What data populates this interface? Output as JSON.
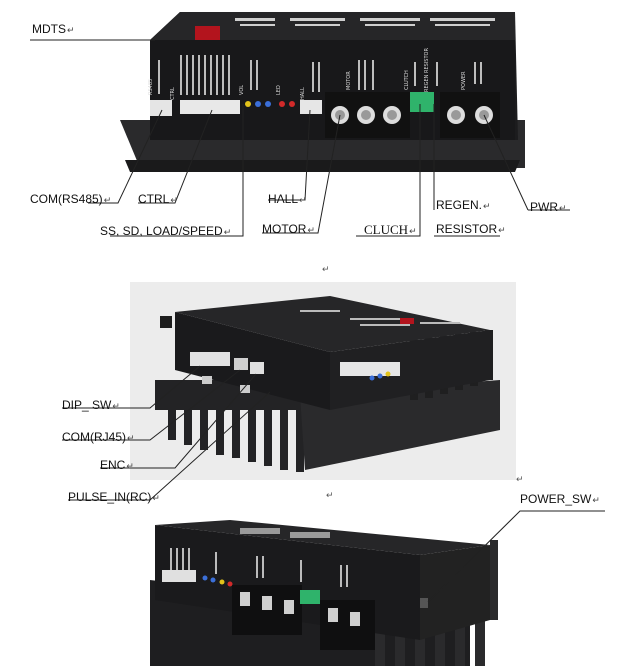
{
  "top_labels": {
    "mdts": "MDTS",
    "com_rs485": "COM(RS485)",
    "ctrl": "CTRL",
    "ss_sd": "SS, SD, LOAD/SPEED",
    "hall": "HALL",
    "motor": "MOTOR",
    "cluch": "CLUCH",
    "regen": "REGEN.",
    "resistor": "RESISTOR",
    "pwr": "PWR"
  },
  "middle_labels": {
    "dip_sw": "DIP_ SW",
    "com_rj45": "COM(RJ45)",
    "enc": "ENC",
    "pulse_in": "PULSE_IN(RC)"
  },
  "bottom_labels": {
    "power_sw": "POWER_SW"
  },
  "return_mark": "↵",
  "panel_text": {
    "rs485": "RS485",
    "ctrl": "CTRL",
    "vol": "VOL",
    "led": "LED",
    "hall": "HALL",
    "motor": "MOTOR",
    "clutch": "CLUTCH",
    "regen": "REGEN RESISTOR",
    "power": "POWER"
  },
  "colors": {
    "device_body": "#1c1c1e",
    "device_edge": "#2d2d30",
    "heatsink": "#232325",
    "terminal_green": "#2fb36b",
    "led_blue": "#3b6fd8",
    "led_yellow": "#e1c21a",
    "led_red": "#d22a2a",
    "red_display": "#b3141d",
    "photo_bg": "#ececec"
  }
}
